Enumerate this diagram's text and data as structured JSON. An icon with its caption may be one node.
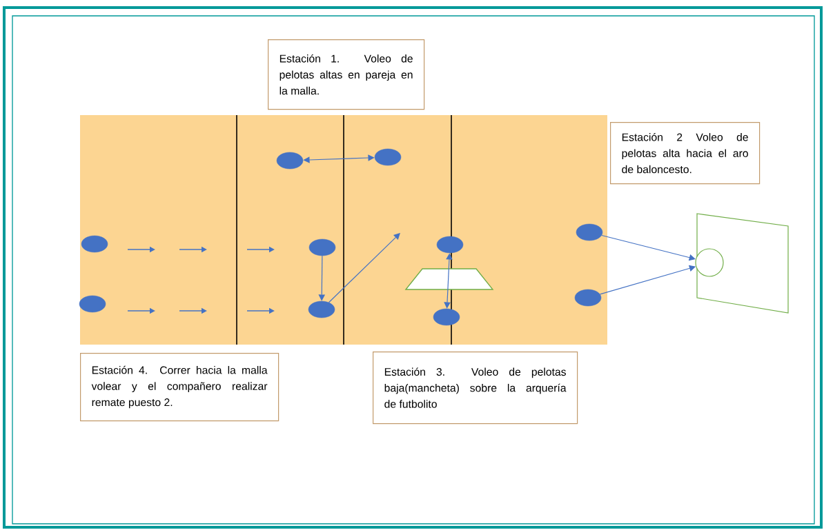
{
  "diagram": {
    "nodes": [
      {
        "text": [
          "Estación 1. Voleo de pelotas altas en pareja en la malla."
        ]
      },
      {
        "text": [],
        "shape": "ellipse"
      },
      {
        "text": [],
        "shape": "ellipse"
      },
      {
        "text": [
          "Estación 2 Voleo de pelotas alta hacia el aro de baloncesto."
        ]
      },
      {
        "text": [],
        "shape": "ellipse"
      },
      {
        "text": [],
        "shape": "ellipse"
      },
      {
        "text": [],
        "shape": "ellipse"
      },
      {
        "text": [],
        "shape": "ellipse"
      },
      {
        "text": [],
        "shape": "board"
      },
      {
        "text": [],
        "shape": "circle",
        "in": 8
      },
      {
        "text": [],
        "shape": "ellipse"
      },
      {
        "text": [],
        "shape": "ellipse"
      },
      {
        "text": [],
        "shape": "ellipse"
      },
      {
        "text": [],
        "shape": "ellipse"
      },
      {
        "text": [
          "Estación 4.  Correr hacia la malla volear y el compañero realizar remate puesto 2."
        ]
      },
      {
        "text": [
          "Estación 3. Voleo de pelotas baja(mancheta) sobre la arquería de futbolito"
        ]
      }
    ],
    "edges": [
      {
        "from": 1,
        "to": 2,
        "arrow": "both"
      },
      {
        "from": 5,
        "to": 11,
        "arrow": "to"
      },
      {
        "from": 11,
        "to": null,
        "arrow": "to"
      },
      {
        "from": 6,
        "to": 12,
        "arrow": "both"
      },
      {
        "from": 7,
        "to": 9,
        "arrow": "to"
      },
      {
        "from": 13,
        "to": 9,
        "arrow": "to"
      }
    ]
  }
}
